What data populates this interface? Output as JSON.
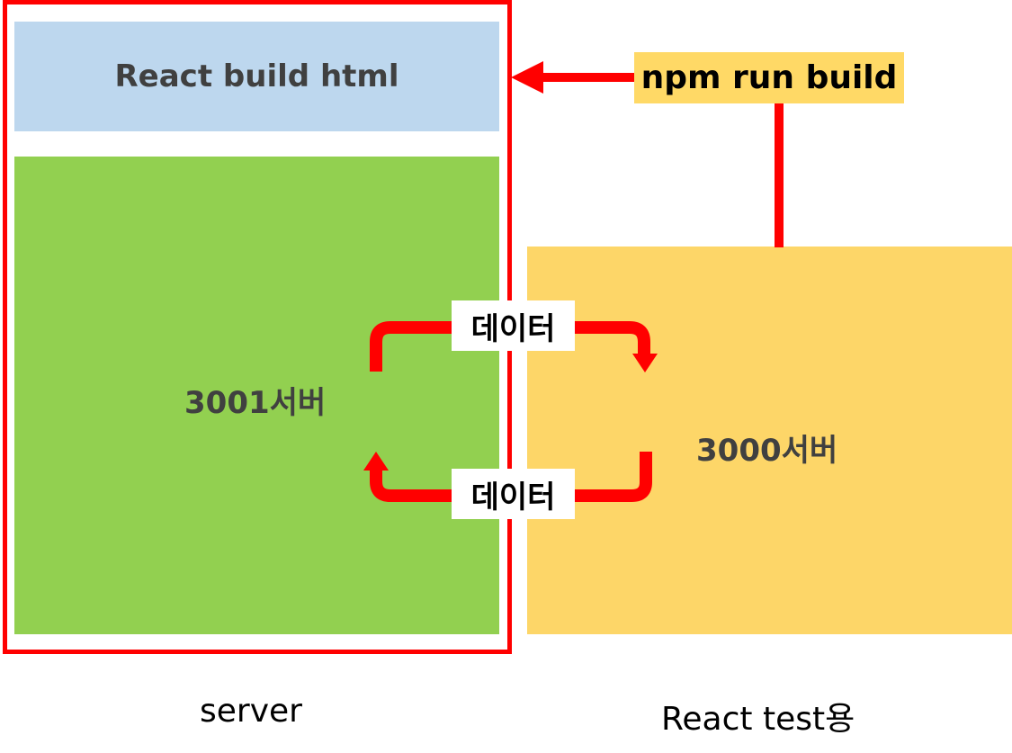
{
  "diagram": {
    "build_box": {
      "label": "React build html"
    },
    "npm_box": {
      "label": "npm run build"
    },
    "server_3001": {
      "label": "3001서버"
    },
    "server_3000": {
      "label": "3000서버"
    },
    "data_top": {
      "label": "데이터"
    },
    "data_bottom": {
      "label": "데이터"
    },
    "caption_left": "server",
    "caption_right": "React test용"
  },
  "colors": {
    "frame": "#ff0000",
    "build_box": "#bdd7ee",
    "green_box": "#92d050",
    "yellow_box": "#fdd668",
    "npm_box": "#ffd966",
    "arrow": "#ff0000"
  }
}
